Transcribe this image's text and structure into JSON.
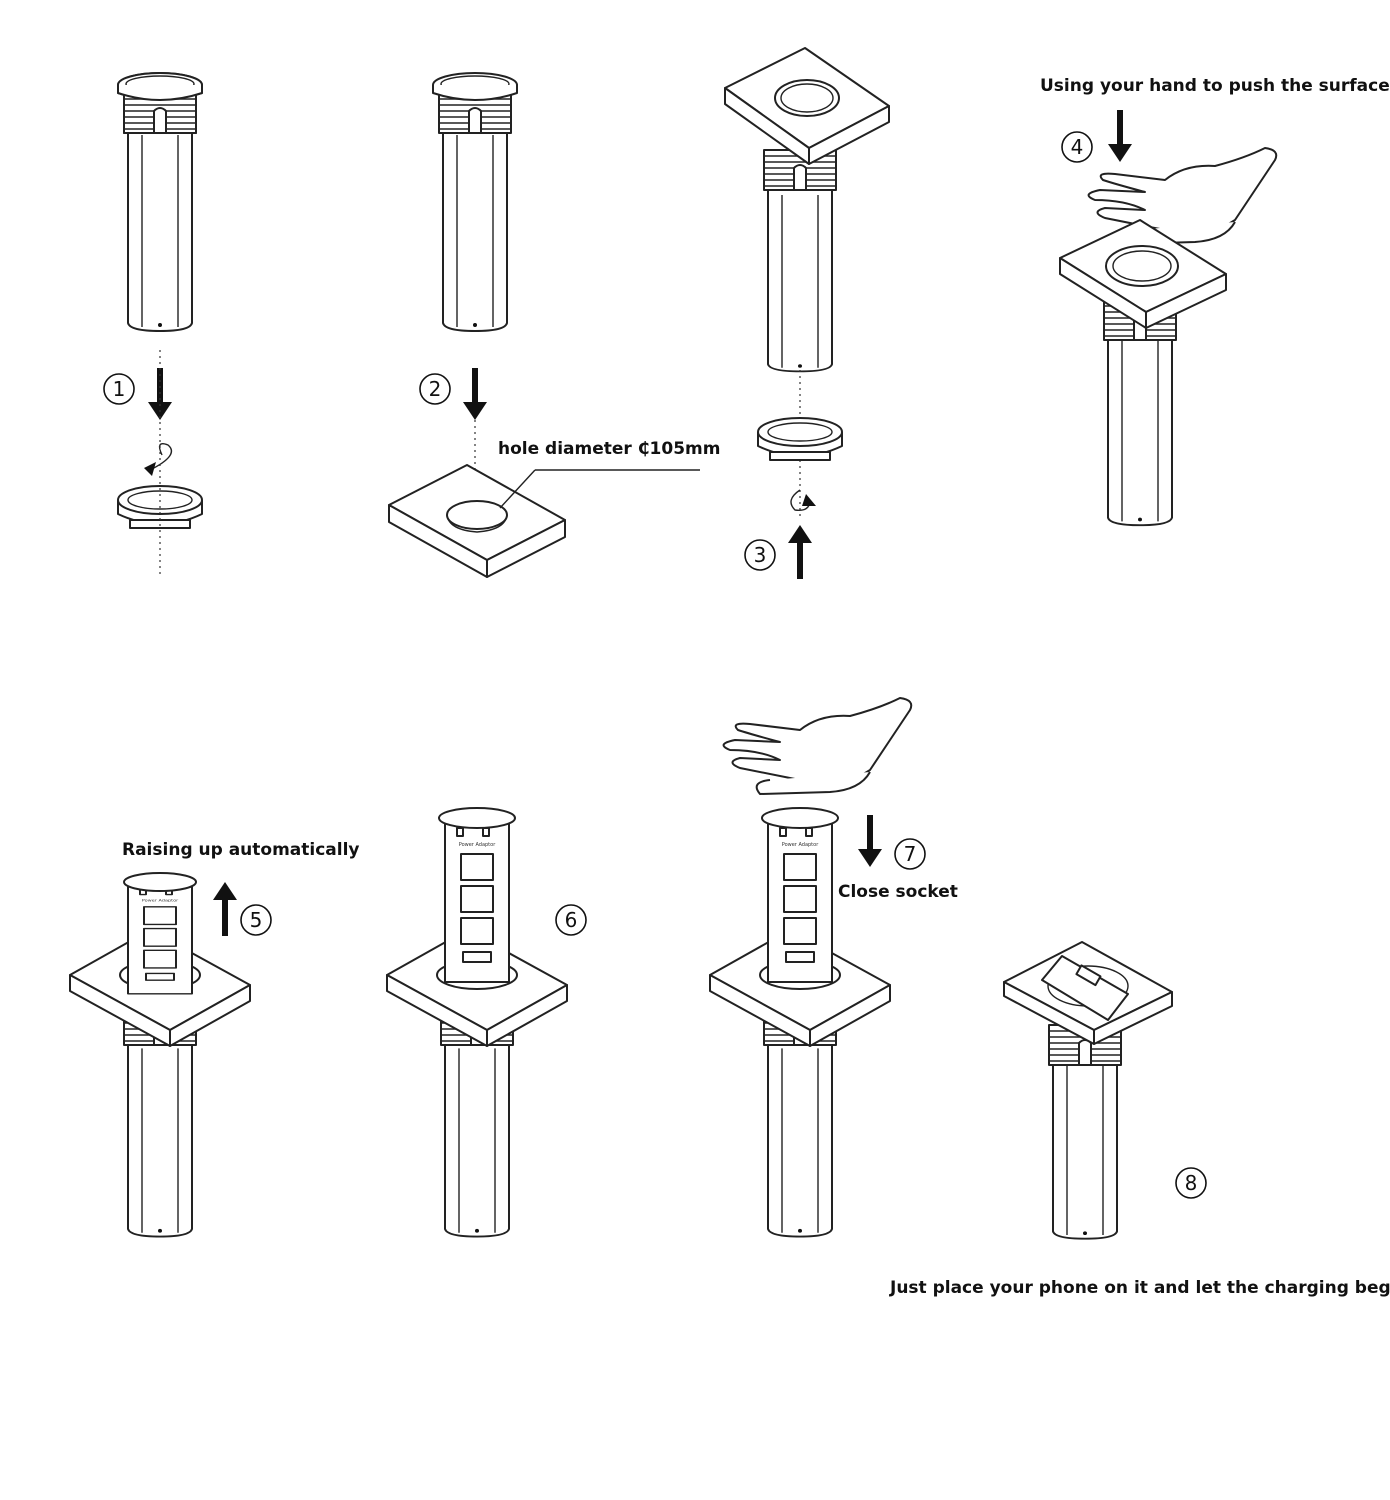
{
  "steps": [
    {
      "number": "1"
    },
    {
      "number": "2",
      "note": "hole diameter ₵105mm"
    },
    {
      "number": "3"
    },
    {
      "number": "4",
      "note": "Using your hand to push the surface"
    },
    {
      "number": "5",
      "note": "Raising up automatically"
    },
    {
      "number": "6"
    },
    {
      "number": "7",
      "note": "Close socket"
    },
    {
      "number": "8",
      "note": "Just place your phone on it and let the charging begin"
    }
  ]
}
